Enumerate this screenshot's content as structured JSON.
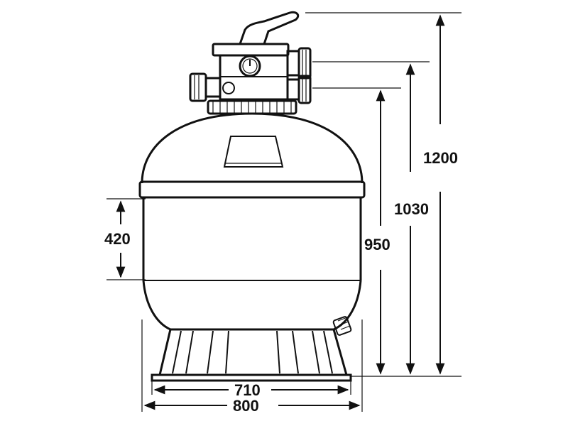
{
  "dimensions": {
    "total_height": "1200",
    "outlet_height": "1030",
    "inlet_height": "950",
    "band_height": "420",
    "base_width": "710",
    "body_width": "800"
  }
}
